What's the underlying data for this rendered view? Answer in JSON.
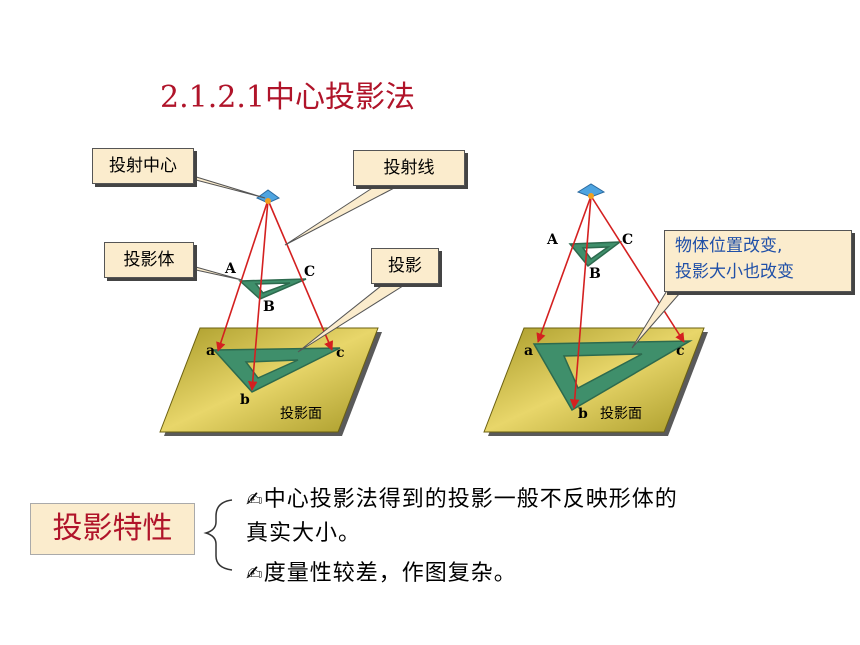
{
  "title": "2.1.2.1中心投影法",
  "left_figure": {
    "callouts": {
      "center": "投射中心",
      "ray": "投射线",
      "object": "投影体",
      "projection": "投影"
    },
    "points": {
      "A": "A",
      "B": "B",
      "C": "C",
      "a": "a",
      "b": "b",
      "c": "c"
    },
    "plane_label": "投影面"
  },
  "right_figure": {
    "note_line1": "物体位置改变,",
    "note_line2": "投影大小也改变",
    "points": {
      "A": "A",
      "B": "B",
      "C": "C",
      "a": "a",
      "b": "b",
      "c": "c"
    },
    "plane_label": "投影面"
  },
  "properties": {
    "label": "投影特性",
    "bullet_icon": "writing-hand-icon",
    "item1_line1": "中心投影法得到的投影一般不反映形体的",
    "item1_line2": "真实大小。",
    "item2": "度量性较差，作图复杂。"
  },
  "colors": {
    "title": "#b0142a",
    "rays": "#d42020",
    "triangle": "#3f8f6b",
    "plane": "#c8b030",
    "callout_bg": "#fbeccd",
    "note_text": "#2050a8"
  }
}
